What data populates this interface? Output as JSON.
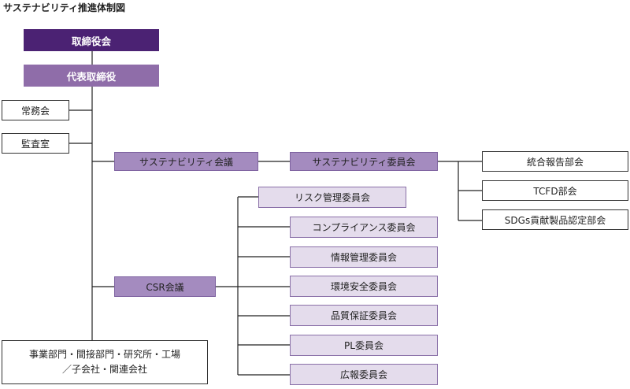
{
  "title": "サステナビリティ推進体制図",
  "nodes": {
    "board": "取締役会",
    "ceo": "代表取締役",
    "executive_committee": "常務会",
    "audit_office": "監査室",
    "sustainability_council": "サステナビリティ会議",
    "sustainability_committee": "サステナビリティ委員会",
    "integrated_report": "統合報告部会",
    "tcfd": "TCFD部会",
    "sdgs": "SDGs貢献製品認定部会",
    "csr_council": "CSR会議",
    "risk": "リスク管理委員会",
    "compliance": "コンプライアンス委員会",
    "info_management": "情報管理委員会",
    "environment_safety": "環境安全委員会",
    "quality_assurance": "品質保証委員会",
    "pl": "PL委員会",
    "public_relations": "広報委員会",
    "divisions_line1": "事業部門・間接部門・研究所・工場",
    "divisions_line2": "／子会社・関連会社"
  },
  "colors": {
    "dark": "#4b2273",
    "mid": "#8f6da9",
    "light": "#a48bbf",
    "pale": "#e4dcec"
  }
}
